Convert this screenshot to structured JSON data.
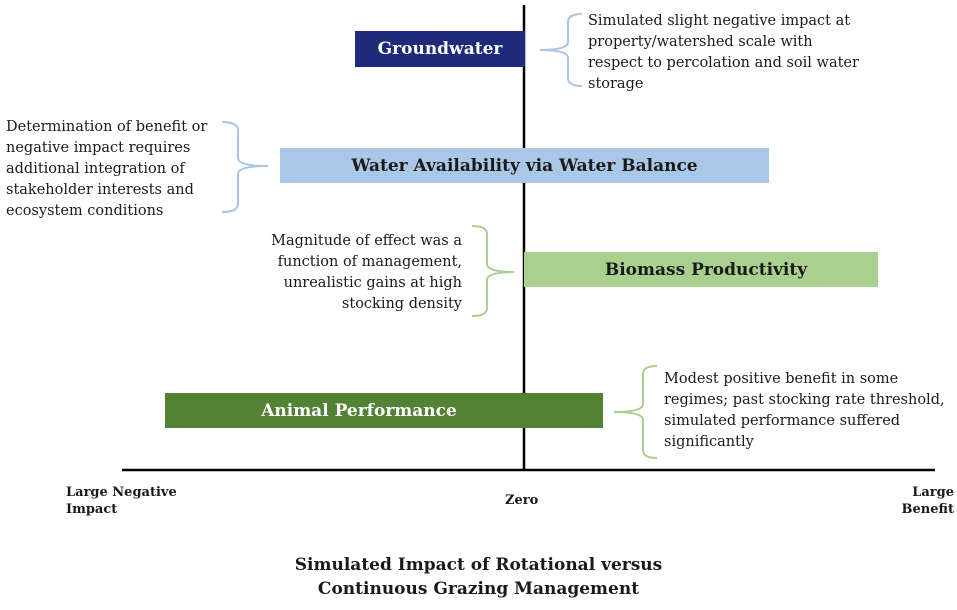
{
  "bars": {
    "groundwater": {
      "label": "Groundwater",
      "color": "#1f2a7a",
      "text_color": "#ffffff"
    },
    "water_availability": {
      "label": "Water Availability via Water Balance",
      "color": "#a9c8e8",
      "text_color": "#1a1a1a"
    },
    "biomass": {
      "label": "Biomass Productivity",
      "color": "#a9d08e",
      "text_color": "#1a1a1a"
    },
    "animal": {
      "label": "Animal Performance",
      "color": "#548235",
      "text_color": "#ffffff"
    }
  },
  "notes": {
    "groundwater": [
      "Simulated slight negative impact at",
      "property/watershed scale with",
      "respect to percolation and soil water",
      "storage"
    ],
    "water_availability": [
      "Determination of benefit or",
      "negative impact requires",
      "additional integration of",
      "stakeholder interests and",
      "ecosystem conditions"
    ],
    "biomass": [
      "Magnitude of effect was a",
      "function of management,",
      "unrealistic gains at high",
      "stocking density"
    ],
    "animal": [
      "Modest positive benefit in some",
      "regimes;  past stocking rate threshold,",
      "simulated performance suffered",
      "significantly"
    ]
  },
  "axis": {
    "left": [
      "Large Negative",
      "Impact"
    ],
    "center": "Zero",
    "right": [
      "Large",
      "Benefit"
    ]
  },
  "title": [
    "Simulated Impact of Rotational versus",
    "Continuous Grazing Management"
  ],
  "colors": {
    "brace": "#a9c4e4",
    "brace_green": "#a9d08e",
    "axis": "#000000"
  }
}
